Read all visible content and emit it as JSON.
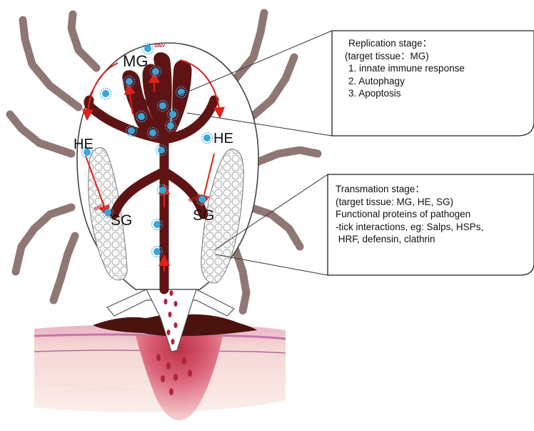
{
  "labels": {
    "midgut": "MG",
    "hemolymph_left": "HE",
    "hemolymph_right": "HE",
    "salivary_left": "SG",
    "salivary_right": "SG",
    "virus_tag": "SINV"
  },
  "replication_box": {
    "title": "Replication stage：",
    "target": "(target tissue：MG)",
    "items": [
      "1. innate immune response",
      "2. Autophagy",
      "3. Apoptosis"
    ]
  },
  "transmission_box": {
    "title": "Transmation stage：",
    "target": "(target tissue: MG, HE, SG)",
    "lines": [
      "Functional proteins of pathogen",
      "-tick interactions, eg: Salps, HSPs,",
      " HRF, defensin, clathrin"
    ]
  },
  "colors": {
    "gut": "#5e1414",
    "arrow": "#e0201a",
    "virus": "#3aa6d8",
    "leg": "#8f7774",
    "skin": "#f1c7c3",
    "wound": "#d7506a"
  }
}
